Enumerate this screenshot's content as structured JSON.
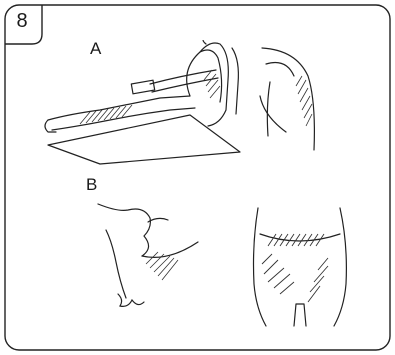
{
  "step_number": "8",
  "section_a": {
    "label": "A"
  },
  "section_b": {
    "label": "B"
  }
}
